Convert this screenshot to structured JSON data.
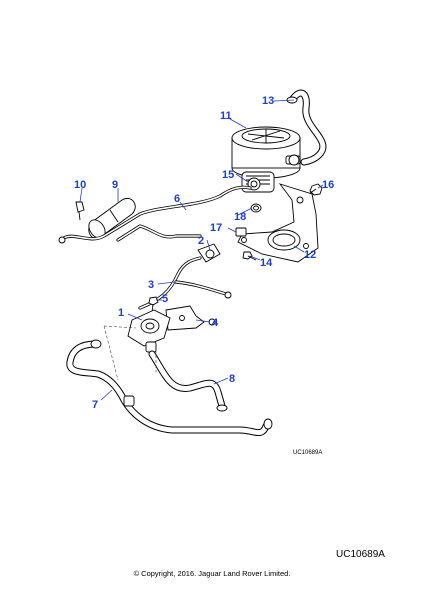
{
  "diagram": {
    "reference_small": "UC10689A",
    "reference_main": "UC10689A",
    "copyright": "© Copyright, 2016. Jaguar Land Rover Limited.",
    "callouts": [
      "1",
      "2",
      "3",
      "4",
      "5",
      "6",
      "7",
      "8",
      "9",
      "10",
      "11",
      "12",
      "13",
      "14",
      "15",
      "16",
      "17",
      "18"
    ],
    "callout_color": "#1f3fbf"
  }
}
